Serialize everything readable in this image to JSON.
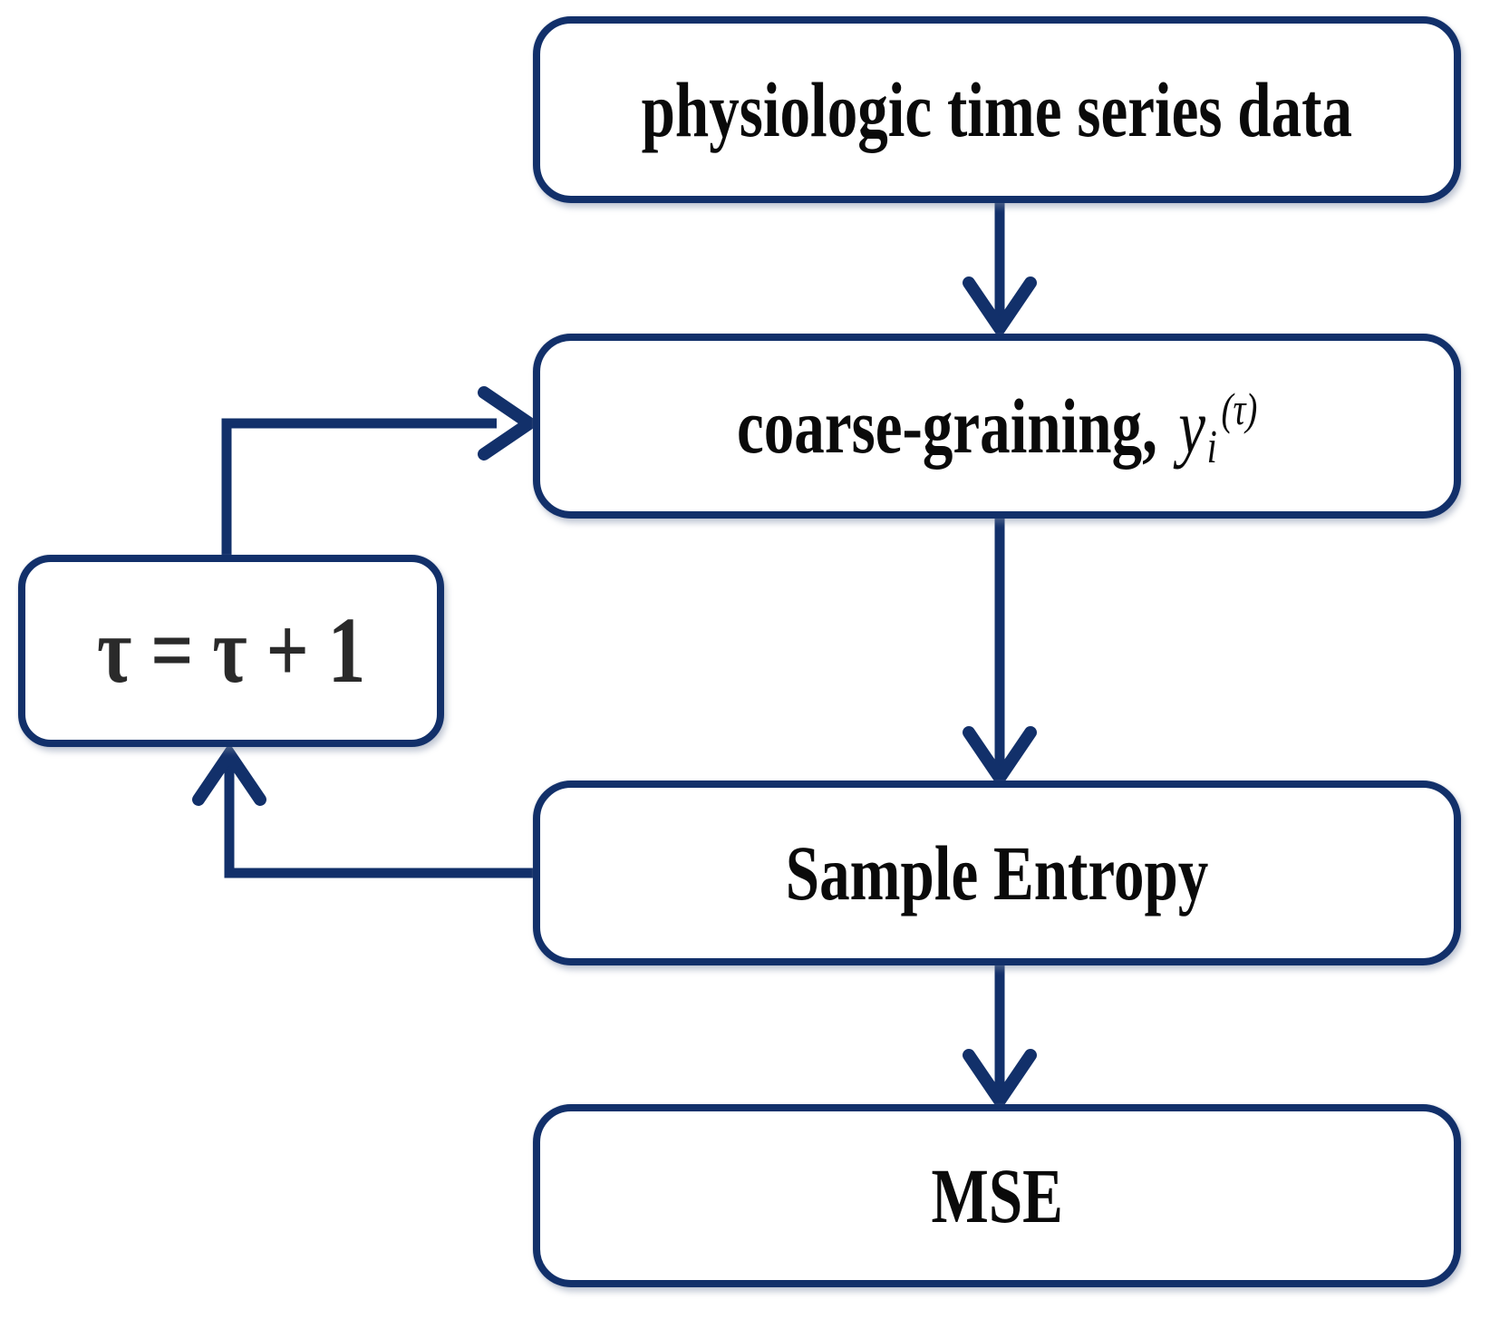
{
  "diagram": {
    "kind": "flowchart",
    "colors": {
      "connector_and_border": "#12306a",
      "label_text": "#0a0a0a",
      "tau_label_text": "#2a2a2a",
      "background": "#ffffff"
    },
    "nodes": {
      "input": {
        "label": "physiologic time series data"
      },
      "coarse_graining": {
        "label": "coarse-graining,",
        "variable": "y",
        "variable_subscript": "i",
        "variable_superscript": "(τ)"
      },
      "tau_increment": {
        "label": "τ = τ + 1"
      },
      "sample_entropy": {
        "label": "Sample Entropy"
      },
      "mse": {
        "label": "MSE"
      }
    },
    "edges": [
      {
        "from": "input",
        "to": "coarse_graining"
      },
      {
        "from": "coarse_graining",
        "to": "sample_entropy"
      },
      {
        "from": "sample_entropy",
        "to": "mse"
      },
      {
        "from": "sample_entropy",
        "to": "tau_increment"
      },
      {
        "from": "tau_increment",
        "to": "coarse_graining"
      }
    ]
  }
}
